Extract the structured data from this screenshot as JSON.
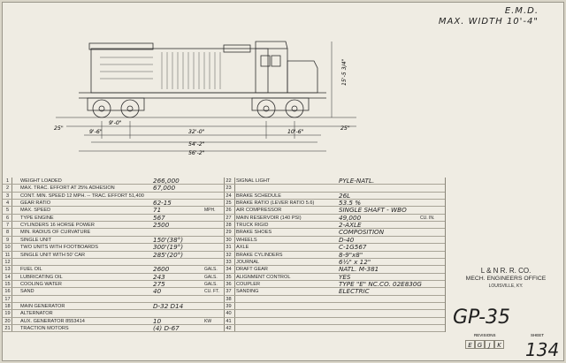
{
  "builder": {
    "line1": "E.M.D.",
    "line2": "MAX. WIDTH 10'-4\""
  },
  "dimensions": {
    "overhang_left": "25\"",
    "truck_wheelbase": "9'-0\"",
    "axle_to_center": "9'-6\"",
    "truck_centers": "32'-0\"",
    "length_body": "54'-2\"",
    "length_overall": "56'-2\"",
    "end_to_truck": "10'-6\"",
    "overhang_right": "25\"",
    "height": "15'-5 3/4\""
  },
  "specs": [
    {
      "n": "1",
      "label": "WEIGHT LOADED",
      "value": "266,000",
      "unit": ""
    },
    {
      "n": "2",
      "label": "MAX. TRAC. EFFORT AT 25% ADHESION",
      "value": "67,000",
      "unit": ""
    },
    {
      "n": "3",
      "label": "CONT. MIN. SPEED 12  MPH. -- TRAC. EFFORT 51,400",
      "value": "",
      "unit": ""
    },
    {
      "n": "4",
      "label": "GEAR RATIO",
      "value": "62-15",
      "unit": ""
    },
    {
      "n": "5",
      "label": "MAX. SPEED",
      "value": "71",
      "unit": "MPH."
    },
    {
      "n": "6",
      "label": "TYPE ENGINE",
      "value": "567",
      "unit": ""
    },
    {
      "n": "7",
      "label": "CYLINDERS 16  HORSE POWER",
      "value": "2500",
      "unit": ""
    },
    {
      "n": "8",
      "label": "MIN. RADIUS OF CURVATURE",
      "value": "",
      "unit": ""
    },
    {
      "n": "9",
      "label": "SINGLE UNIT",
      "value": "150'(38°)",
      "unit": ""
    },
    {
      "n": "10",
      "label": "TWO UNITS WITH FOOTBOARDS",
      "value": "300'(19°)",
      "unit": ""
    },
    {
      "n": "11",
      "label": "SINGLE UNIT WITH 50' CAR",
      "value": "285'(20°)",
      "unit": ""
    },
    {
      "n": "12",
      "label": "",
      "value": "",
      "unit": ""
    },
    {
      "n": "13",
      "label": "FUEL OIL",
      "value": "2600",
      "unit": "GALS."
    },
    {
      "n": "14",
      "label": "LUBRICATING OIL",
      "value": "243",
      "unit": "GALS."
    },
    {
      "n": "15",
      "label": "COOLING WATER",
      "value": "275",
      "unit": "GALS."
    },
    {
      "n": "16",
      "label": "SAND",
      "value": "40",
      "unit": "CU. FT."
    },
    {
      "n": "17",
      "label": "",
      "value": "",
      "unit": ""
    },
    {
      "n": "18",
      "label": "MAIN GENERATOR",
      "value": "D-32 D14",
      "unit": ""
    },
    {
      "n": "19",
      "label": "ALTERNATOR",
      "value": "",
      "unit": ""
    },
    {
      "n": "20",
      "label": "AUX. GENERATOR  8553414",
      "value": "10",
      "unit": "KW"
    },
    {
      "n": "21",
      "label": "TRACTION MOTORS",
      "value": "(4) D-67",
      "unit": ""
    },
    {
      "n": "22",
      "label": "SIGNAL LIGHT",
      "value": "PYLE-NATL.",
      "unit": ""
    },
    {
      "n": "23",
      "label": "",
      "value": "",
      "unit": ""
    },
    {
      "n": "24",
      "label": "BRAKE SCHEDULE",
      "value": "26L",
      "unit": ""
    },
    {
      "n": "25",
      "label": "BRAKE RATIO (LEVER RATIO 5.6)",
      "value": "53.5 %",
      "unit": ""
    },
    {
      "n": "26",
      "label": "AIR COMPRESSOR",
      "value": "SINGLE SHAFT - WBO",
      "unit": ""
    },
    {
      "n": "27",
      "label": "MAIN RESERVOIR (140 PSI)",
      "value": "49,000",
      "unit": "CU. IN."
    },
    {
      "n": "28",
      "label": "TRUCK  RIGID",
      "value": "2-AXLE",
      "unit": ""
    },
    {
      "n": "29",
      "label": "BRAKE SHOES",
      "value": "COMPOSITION",
      "unit": ""
    },
    {
      "n": "30",
      "label": "WHEELS",
      "value": "D-40",
      "unit": ""
    },
    {
      "n": "31",
      "label": "AXLE",
      "value": "C-1G567",
      "unit": ""
    },
    {
      "n": "32",
      "label": "BRAKE CYLINDERS",
      "value": "8-9\"x8\"",
      "unit": ""
    },
    {
      "n": "33",
      "label": "JOURNAL",
      "value": "6½\" x 12\"",
      "unit": ""
    },
    {
      "n": "34",
      "label": "DRAFT GEAR",
      "value": "NATL. M-381",
      "unit": ""
    },
    {
      "n": "35",
      "label": "ALIGNMENT CONTROL",
      "value": "YES",
      "unit": ""
    },
    {
      "n": "36",
      "label": "COUPLER",
      "value": "TYPE \"E\" NC.CO. 02E830G",
      "unit": ""
    },
    {
      "n": "37",
      "label": "SANDING",
      "value": "ELECTRIC",
      "unit": ""
    },
    {
      "n": "38",
      "label": "",
      "value": "",
      "unit": ""
    },
    {
      "n": "39",
      "label": "",
      "value": "",
      "unit": ""
    },
    {
      "n": "40",
      "label": "",
      "value": "",
      "unit": ""
    },
    {
      "n": "41",
      "label": "",
      "value": "",
      "unit": ""
    },
    {
      "n": "42",
      "label": "",
      "value": "",
      "unit": ""
    }
  ],
  "title_block": {
    "company": "L & N R. R. CO.",
    "office": "MECH. ENGINEERS OFFICE",
    "city": "LOUISVILLE, KY.",
    "model": "GP-35",
    "revisions_label": "REVISIONS",
    "sheet_label": "SHEET",
    "revisions": [
      "E",
      "G",
      "J",
      "K"
    ],
    "sheet_no": "134"
  }
}
